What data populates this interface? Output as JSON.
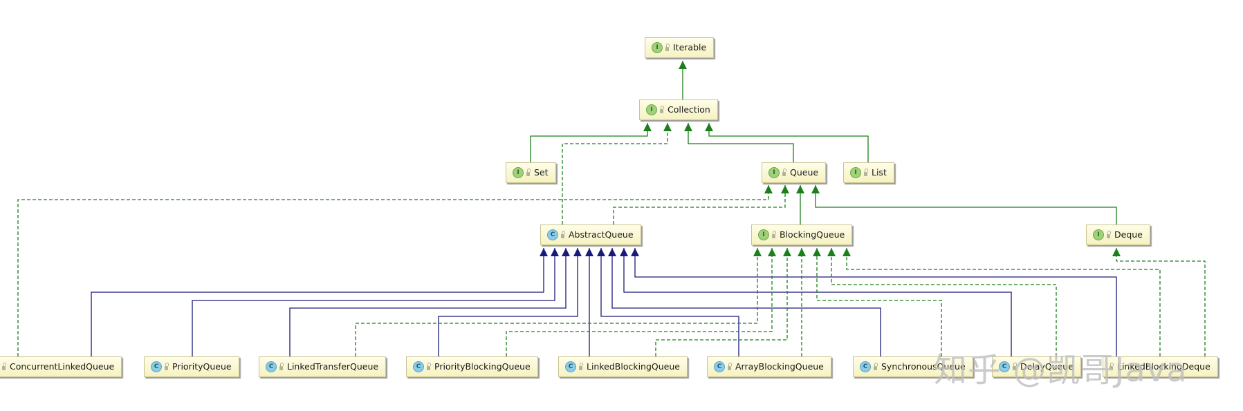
{
  "colors": {
    "generalization": "#1b7f1b",
    "realization": "#1b7f1b",
    "class_extends": "#1a1a7a"
  },
  "nodes": {
    "iterable": {
      "label": "Iterable",
      "kind": "interface",
      "kind_letter": "I"
    },
    "collection": {
      "label": "Collection",
      "kind": "interface",
      "kind_letter": "I"
    },
    "set": {
      "label": "Set",
      "kind": "interface",
      "kind_letter": "I"
    },
    "queue": {
      "label": "Queue",
      "kind": "interface",
      "kind_letter": "I"
    },
    "list": {
      "label": "List",
      "kind": "interface",
      "kind_letter": "I"
    },
    "abstract_queue": {
      "label": "AbstractQueue",
      "kind": "abstract-class",
      "kind_letter": "C"
    },
    "blocking_queue": {
      "label": "BlockingQueue",
      "kind": "interface",
      "kind_letter": "I"
    },
    "deque": {
      "label": "Deque",
      "kind": "interface",
      "kind_letter": "I"
    },
    "concurrent_linked_queue": {
      "label": "ConcurrentLinkedQueue",
      "kind": "class",
      "kind_letter": ""
    },
    "priority_queue": {
      "label": "PriorityQueue",
      "kind": "class",
      "kind_letter": "C"
    },
    "linked_transfer_queue": {
      "label": "LinkedTransferQueue",
      "kind": "class",
      "kind_letter": "C"
    },
    "priority_blocking_queue": {
      "label": "PriorityBlockingQueue",
      "kind": "class",
      "kind_letter": "C"
    },
    "linked_blocking_queue": {
      "label": "LinkedBlockingQueue",
      "kind": "class",
      "kind_letter": "C"
    },
    "array_blocking_queue": {
      "label": "ArrayBlockingQueue",
      "kind": "class",
      "kind_letter": "C"
    },
    "synchronous_queue": {
      "label": "SynchronousQueue",
      "kind": "class",
      "kind_letter": "C"
    },
    "delay_queue": {
      "label": "DelayQueue",
      "kind": "class",
      "kind_letter": "C"
    },
    "linked_blocking_deque": {
      "label": "LinkedBlockingDeque",
      "kind": "class",
      "kind_letter": ""
    }
  },
  "edges": [
    {
      "from": "collection",
      "to": "iterable",
      "type": "extends"
    },
    {
      "from": "set",
      "to": "collection",
      "type": "extends"
    },
    {
      "from": "abstract_queue",
      "to": "collection",
      "type": "implements"
    },
    {
      "from": "queue",
      "to": "collection",
      "type": "extends"
    },
    {
      "from": "list",
      "to": "collection",
      "type": "extends"
    },
    {
      "from": "concurrent_linked_queue",
      "to": "queue",
      "type": "implements"
    },
    {
      "from": "abstract_queue",
      "to": "queue",
      "type": "implements"
    },
    {
      "from": "blocking_queue",
      "to": "queue",
      "type": "extends"
    },
    {
      "from": "deque",
      "to": "queue",
      "type": "extends"
    },
    {
      "from": "concurrent_linked_queue",
      "to": "abstract_queue",
      "type": "class-extends"
    },
    {
      "from": "priority_queue",
      "to": "abstract_queue",
      "type": "class-extends"
    },
    {
      "from": "linked_transfer_queue",
      "to": "abstract_queue",
      "type": "class-extends"
    },
    {
      "from": "priority_blocking_queue",
      "to": "abstract_queue",
      "type": "class-extends"
    },
    {
      "from": "linked_blocking_queue",
      "to": "abstract_queue",
      "type": "class-extends"
    },
    {
      "from": "array_blocking_queue",
      "to": "abstract_queue",
      "type": "class-extends"
    },
    {
      "from": "synchronous_queue",
      "to": "abstract_queue",
      "type": "class-extends"
    },
    {
      "from": "delay_queue",
      "to": "abstract_queue",
      "type": "class-extends"
    },
    {
      "from": "linked_blocking_deque",
      "to": "abstract_queue",
      "type": "class-extends"
    },
    {
      "from": "linked_transfer_queue",
      "to": "blocking_queue",
      "type": "implements"
    },
    {
      "from": "priority_blocking_queue",
      "to": "blocking_queue",
      "type": "implements"
    },
    {
      "from": "linked_blocking_queue",
      "to": "blocking_queue",
      "type": "implements"
    },
    {
      "from": "array_blocking_queue",
      "to": "blocking_queue",
      "type": "implements"
    },
    {
      "from": "synchronous_queue",
      "to": "blocking_queue",
      "type": "implements"
    },
    {
      "from": "delay_queue",
      "to": "blocking_queue",
      "type": "implements"
    },
    {
      "from": "linked_blocking_deque",
      "to": "blocking_queue",
      "type": "implements"
    },
    {
      "from": "linked_blocking_deque",
      "to": "deque",
      "type": "implements"
    }
  ],
  "watermark": "知乎 @凯哥Java"
}
